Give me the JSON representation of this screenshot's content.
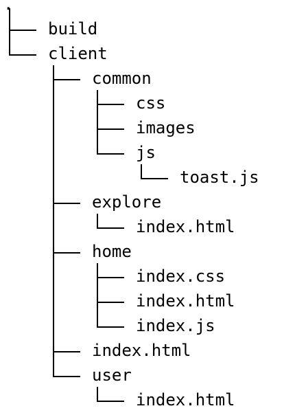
{
  "tree": {
    "root": ".",
    "nodes": [
      {
        "label": "build",
        "depth": 0
      },
      {
        "label": "client",
        "depth": 0
      },
      {
        "label": "common",
        "depth": 1
      },
      {
        "label": "css",
        "depth": 2
      },
      {
        "label": "images",
        "depth": 2
      },
      {
        "label": "js",
        "depth": 2
      },
      {
        "label": "toast.js",
        "depth": 3
      },
      {
        "label": "explore",
        "depth": 1
      },
      {
        "label": "index.html",
        "depth": 2
      },
      {
        "label": "home",
        "depth": 1
      },
      {
        "label": "index.css",
        "depth": 2
      },
      {
        "label": "index.html",
        "depth": 2
      },
      {
        "label": "index.js",
        "depth": 2
      },
      {
        "label": "index.html",
        "depth": 1
      },
      {
        "label": "user",
        "depth": 1
      },
      {
        "label": "index.html",
        "depth": 2
      }
    ]
  }
}
